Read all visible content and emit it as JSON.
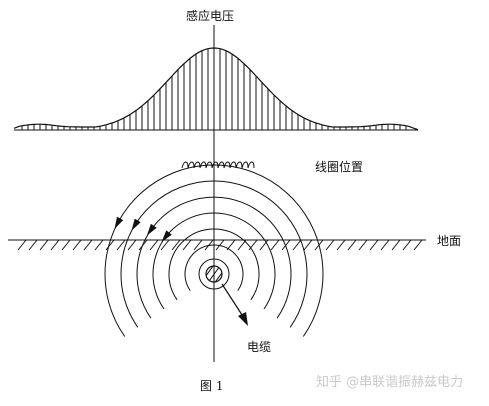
{
  "labels": {
    "induced_voltage": "感应电压",
    "coil_position": "线圈位置",
    "ground": "地面",
    "cable": "电缆",
    "figure": "图 1"
  },
  "watermark": {
    "text": "知乎 @串联谐振赫兹电力"
  },
  "colors": {
    "line": "#111111",
    "watermark": "#c9c9c9"
  }
}
